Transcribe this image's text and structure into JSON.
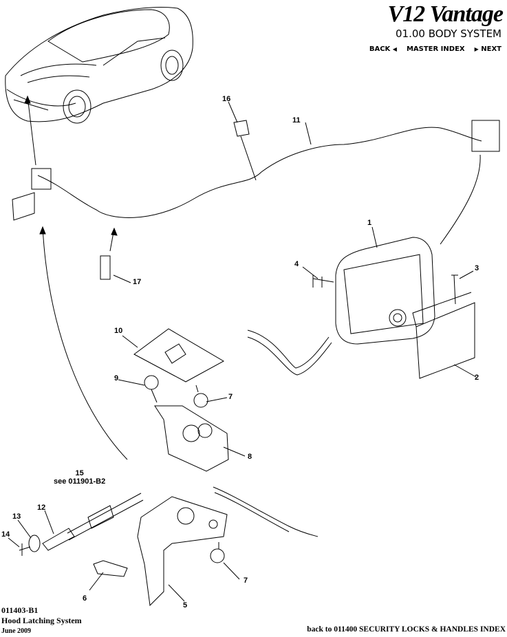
{
  "header": {
    "brand": "V12 Vantage",
    "section": "01.00 BODY SYSTEM",
    "nav": {
      "back": "BACK",
      "master_index": "MASTER INDEX",
      "next": "NEXT"
    }
  },
  "callouts": [
    "1",
    "2",
    "3",
    "4",
    "5",
    "6",
    "7",
    "7",
    "8",
    "9",
    "10",
    "11",
    "12",
    "13",
    "14",
    "15",
    "16",
    "17"
  ],
  "reference_note": {
    "number": "15",
    "text": "see 011901-B2"
  },
  "footer": {
    "diagram_id": "011403-B1",
    "diagram_name": "Hood Latching System",
    "date": "June 2009",
    "back_link": "back to 011400 SECURITY LOCKS & HANDLES INDEX"
  }
}
